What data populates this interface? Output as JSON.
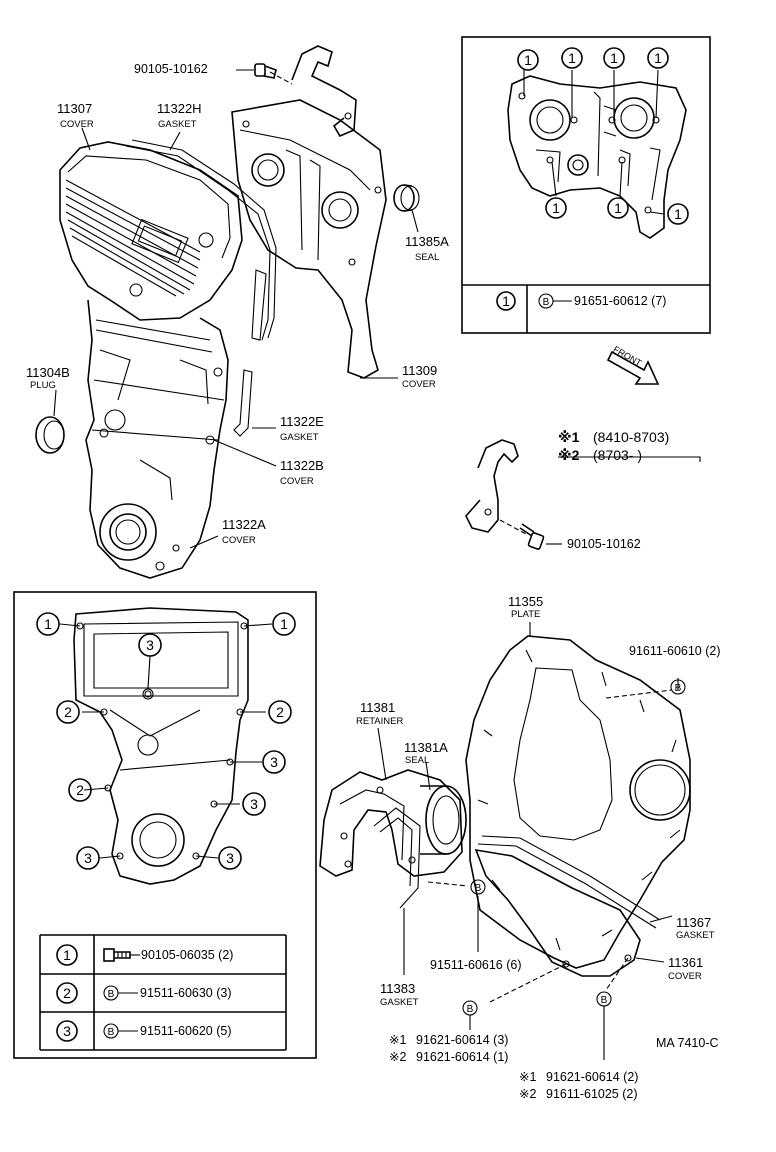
{
  "diagram_code": "MA 7410-C",
  "parts": {
    "p11307": {
      "num": "11307",
      "name": "COVER"
    },
    "p11322H": {
      "num": "11322H",
      "name": "GASKET"
    },
    "p90105_top": {
      "num": "90105-10162"
    },
    "p11385A": {
      "num": "11385A",
      "name": "SEAL"
    },
    "p11304B": {
      "num": "11304B",
      "name": "PLUG"
    },
    "p11309": {
      "num": "11309",
      "name": "COVER"
    },
    "p11322E": {
      "num": "11322E",
      "name": "GASKET"
    },
    "p11322B": {
      "num": "11322B",
      "name": "COVER"
    },
    "p11322A": {
      "num": "11322A",
      "name": "COVER"
    },
    "p90105_mid": {
      "num": "90105-10162"
    },
    "p11355": {
      "num": "11355",
      "name": "PLATE"
    },
    "p91611_60610": {
      "num": "91611-60610 (2)"
    },
    "p11381": {
      "num": "11381",
      "name": "RETAINER"
    },
    "p11381A": {
      "num": "11381A",
      "name": "SEAL"
    },
    "p11367": {
      "num": "11367",
      "name": "GASKET"
    },
    "p11361": {
      "num": "11361",
      "name": "COVER"
    },
    "p11383": {
      "num": "11383",
      "name": "GASKET"
    },
    "p91511_60616": {
      "num": "91511-60616 (6)"
    }
  },
  "front_label": "FRONT",
  "date_key": {
    "row1_mark": "※1",
    "row1_range": "(8410-8703)",
    "row2_mark": "※2",
    "row2_range": "(8703-       )"
  },
  "bottom_notes": {
    "left": [
      {
        "mark": "※1",
        "text": "91621-60614 (3)"
      },
      {
        "mark": "※2",
        "text": "91621-60614 (1)"
      }
    ],
    "right": [
      {
        "mark": "※1",
        "text": "91621-60614 (2)"
      },
      {
        "mark": "※2",
        "text": "91611-61025 (2)"
      }
    ]
  },
  "callout_mark": "1",
  "callout_marks": {
    "one": "1",
    "two": "2",
    "three": "3"
  },
  "bolt_mark": "B",
  "inset_top": {
    "rows": [
      {
        "key": "1",
        "bolt": "B",
        "part": "91651-60612 (7)"
      }
    ]
  },
  "inset_bottom": {
    "rows": [
      {
        "key": "1",
        "bolt": "",
        "part": "90105-06035 (2)"
      },
      {
        "key": "2",
        "bolt": "B",
        "part": "91511-60630 (3)"
      },
      {
        "key": "3",
        "bolt": "B",
        "part": "91511-60620 (5)"
      }
    ]
  }
}
